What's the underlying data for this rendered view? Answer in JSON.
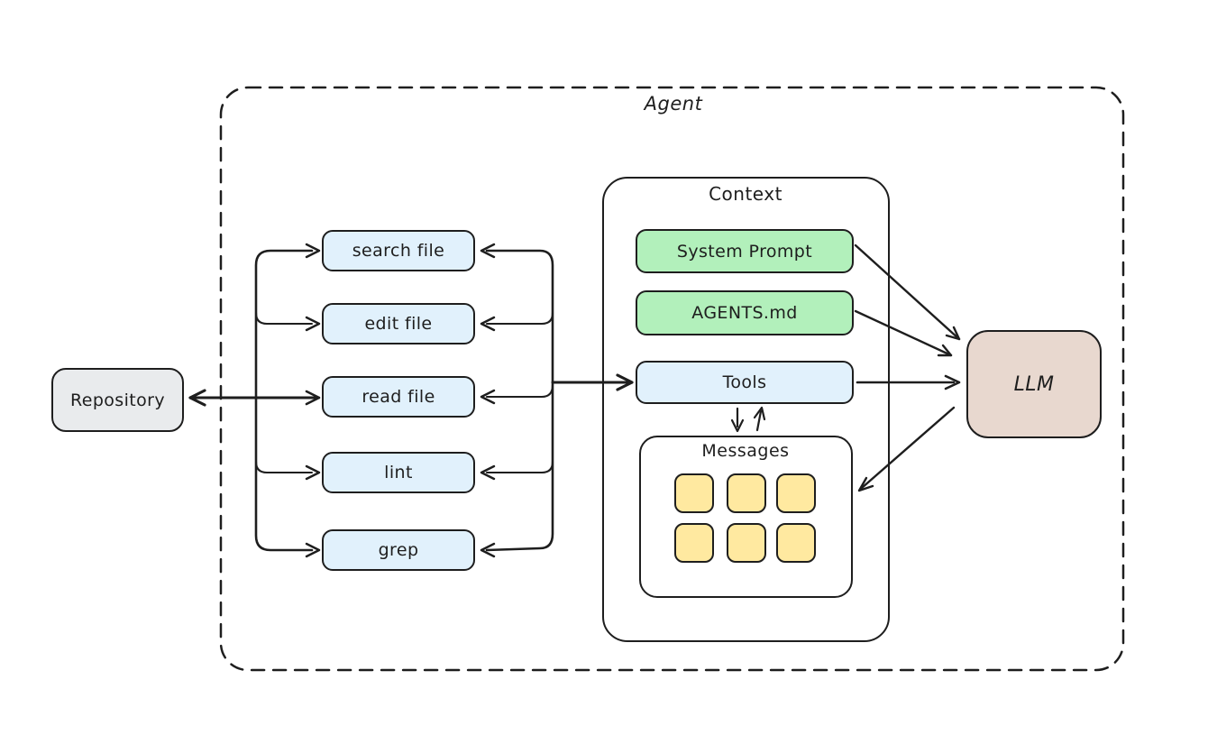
{
  "diagram": {
    "agent": {
      "label": "Agent"
    },
    "repository": {
      "label": "Repository"
    },
    "tools": [
      {
        "label": "search file"
      },
      {
        "label": "edit file"
      },
      {
        "label": "read file"
      },
      {
        "label": "lint"
      },
      {
        "label": "grep"
      }
    ],
    "context": {
      "title": "Context",
      "system_prompt": {
        "label": "System Prompt"
      },
      "agents_md": {
        "label": "AGENTS.md"
      },
      "tools_box": {
        "label": "Tools"
      },
      "messages": {
        "title": "Messages",
        "chip_count": 6
      }
    },
    "llm": {
      "label": "LLM"
    },
    "colors": {
      "stroke": "#1e1e1e",
      "tool_fill": "#e1f1fc",
      "context_item_green": "#b2f0bb",
      "message_chip_yellow": "#ffe9a0",
      "repository_fill": "#e9ebed",
      "llm_fill": "#e8d8cf",
      "background": "#ffffff"
    }
  }
}
